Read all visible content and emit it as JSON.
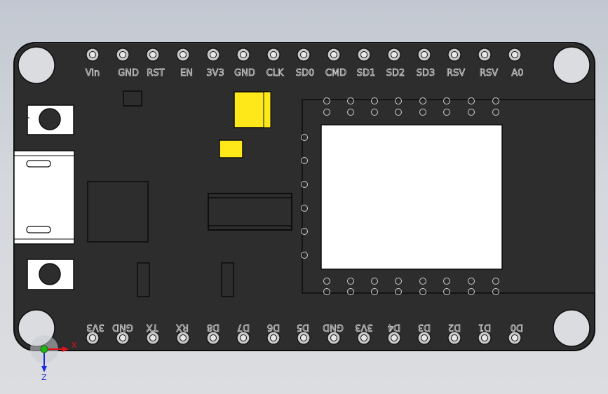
{
  "board": {
    "top_pins": [
      "Vin",
      "GND",
      "RST",
      "EN",
      "3V3",
      "GND",
      "CLK",
      "SD0",
      "CMD",
      "SD1",
      "SD2",
      "SD3",
      "RSV",
      "RSV",
      "A0"
    ],
    "bottom_pins": [
      "3V3",
      "GND",
      "TX",
      "RX",
      "D8",
      "D7",
      "D6",
      "D5",
      "GND",
      "3V3",
      "D4",
      "D3",
      "D2",
      "D1",
      "D0"
    ]
  },
  "triad": {
    "x_label": "X",
    "z_label": "Z"
  },
  "colors": {
    "pcb": "#2d2d2d",
    "pcb_edge": "#0d0d0d",
    "pad": "#c8c8c8",
    "component_yellow": "#ffe81a",
    "module_shield": "#ffffff",
    "axis_x": "#e3121a",
    "axis_y": "#22b515",
    "axis_z": "#1a2ae3"
  }
}
